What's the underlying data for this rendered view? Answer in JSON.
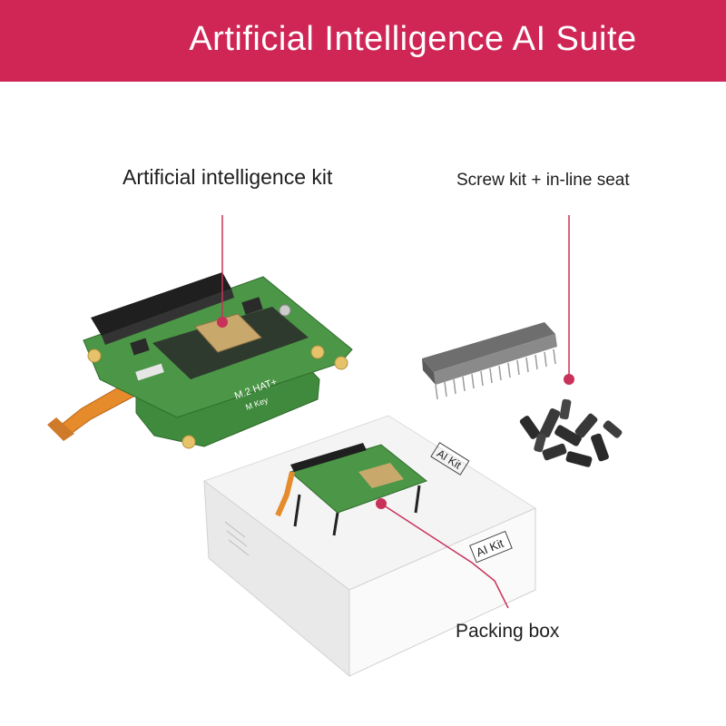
{
  "header": {
    "title": "Artificial Intelligence AI Suite",
    "background_color": "#cf2656"
  },
  "callouts": {
    "kit_label": "Artificial intelligence kit",
    "screw_label": "Screw kit + in-line seat",
    "box_label": "Packing box",
    "line_color": "#c8325a"
  },
  "product": {
    "board_silkscreen_1": "M.2 HAT+",
    "board_silkscreen_2": "M Key",
    "box_label_top": "AI Kit",
    "box_label_front": "AI Kit"
  }
}
